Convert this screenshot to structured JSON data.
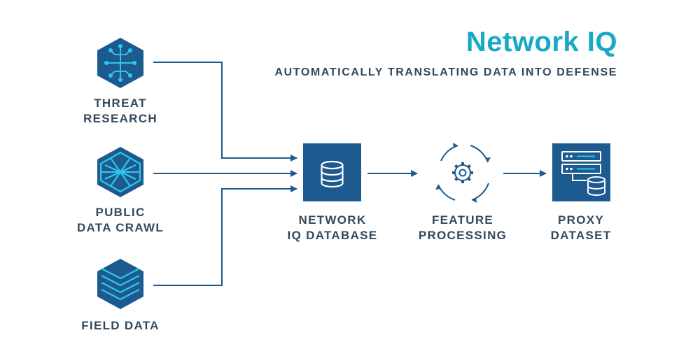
{
  "header": {
    "title": "Network IQ",
    "subtitle": "AUTOMATICALLY TRANSLATING DATA INTO DEFENSE"
  },
  "sources": [
    {
      "line1": "THREAT",
      "line2": "RESEARCH",
      "icon": "threat-research-icon"
    },
    {
      "line1": "PUBLIC",
      "line2": "DATA CRAWL",
      "icon": "public-data-crawl-icon"
    },
    {
      "line1": "FIELD DATA",
      "line2": "",
      "icon": "field-data-icon"
    }
  ],
  "pipeline": [
    {
      "line1": "NETWORK",
      "line2": "IQ DATABASE",
      "icon": "database-icon"
    },
    {
      "line1": "FEATURE",
      "line2": "PROCESSING",
      "icon": "gear-icon"
    },
    {
      "line1": "PROXY",
      "line2": "DATASET",
      "icon": "server-database-icon"
    }
  ],
  "colors": {
    "accent": "#17a9c6",
    "dark_blue": "#1d5a8f",
    "text": "#32485c",
    "icon_light": "#2fc6ea"
  }
}
